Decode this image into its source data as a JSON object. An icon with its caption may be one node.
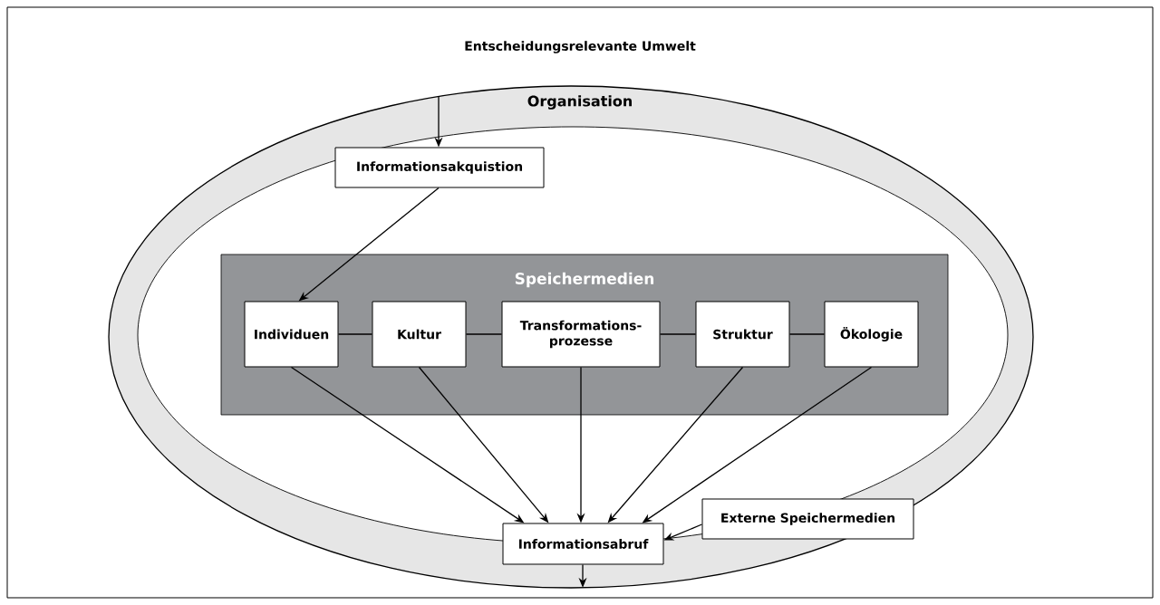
{
  "diagram": {
    "nodes": [
      {
        "text": [
          "Entscheidungsrelevante Umwelt"
        ]
      },
      {
        "text": [
          "Organisation"
        ],
        "in": 0
      },
      {
        "text": [
          "Informationsakquistion"
        ],
        "in": 1
      },
      {
        "text": [
          "Speichermedien"
        ],
        "in": 1
      },
      {
        "text": [
          "Individuen"
        ],
        "in": 3
      },
      {
        "text": [
          "Kultur"
        ],
        "in": 3
      },
      {
        "text": [
          "Transformations- prozesse"
        ],
        "in": 3
      },
      {
        "text": [
          "Struktur"
        ],
        "in": 3
      },
      {
        "text": [
          "Ökologie"
        ],
        "in": 3
      },
      {
        "text": [
          "Informationsabruf"
        ],
        "in": 1
      },
      {
        "text": [
          "Externe Speichermedien"
        ],
        "in": 1
      }
    ],
    "edges": [
      {
        "from": null,
        "to": 2,
        "arrow": "to"
      },
      {
        "from": 2,
        "to": 4,
        "arrow": "to"
      },
      {
        "from": 4,
        "to": 5,
        "arrow": "none"
      },
      {
        "from": 5,
        "to": 6,
        "arrow": "none"
      },
      {
        "from": 6,
        "to": 7,
        "arrow": "none"
      },
      {
        "from": 7,
        "to": 8,
        "arrow": "none"
      },
      {
        "from": 4,
        "to": 9,
        "arrow": "to"
      },
      {
        "from": 5,
        "to": 9,
        "arrow": "to"
      },
      {
        "from": 6,
        "to": 9,
        "arrow": "to"
      },
      {
        "from": 7,
        "to": 9,
        "arrow": "to"
      },
      {
        "from": 8,
        "to": 9,
        "arrow": "to"
      },
      {
        "from": 10,
        "to": 9,
        "arrow": "to"
      },
      {
        "from": 9,
        "to": null,
        "arrow": "to"
      }
    ]
  }
}
